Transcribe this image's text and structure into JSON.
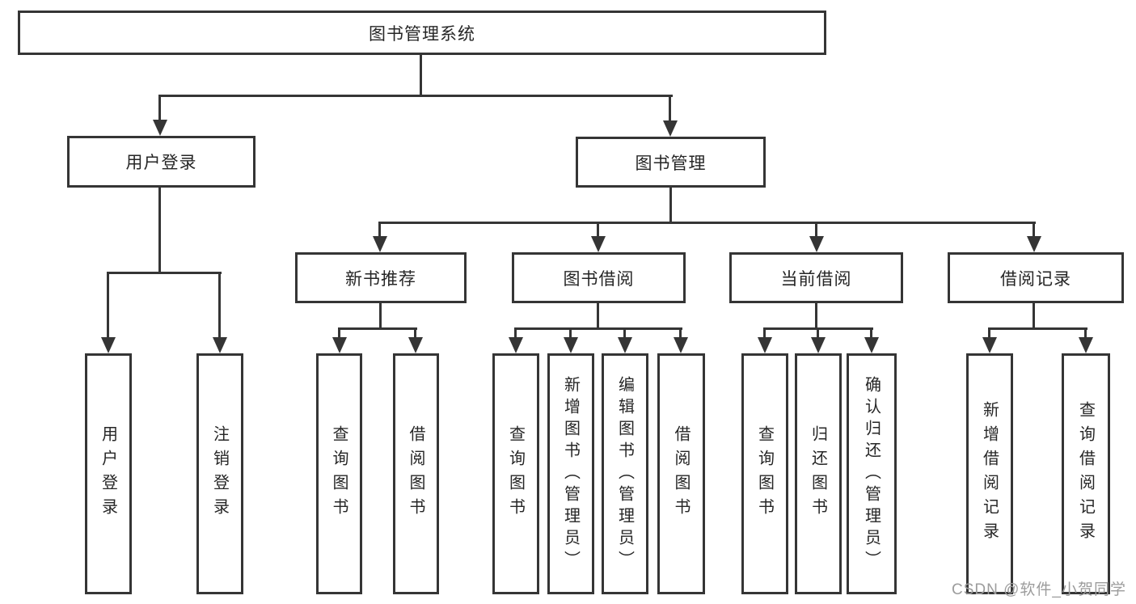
{
  "colors": {
    "line": "#353535",
    "text": "#262626",
    "watermark": "#9c9c9c",
    "background": "#ffffff"
  },
  "watermark": {
    "text": "CSDN @软件_小贺同学"
  },
  "tree": {
    "root": {
      "label": "图书管理系统",
      "children": [
        {
          "label": "用户登录",
          "children": [
            {
              "label": "用户登录"
            },
            {
              "label": "注销登录"
            }
          ]
        },
        {
          "label": "图书管理",
          "children": [
            {
              "label": "新书推荐",
              "children": [
                {
                  "label": "查询图书"
                },
                {
                  "label": "借阅图书"
                }
              ]
            },
            {
              "label": "图书借阅",
              "children": [
                {
                  "label": "查询图书"
                },
                {
                  "label": "新增图书（管理员）"
                },
                {
                  "label": "编辑图书（管理员）"
                },
                {
                  "label": "借阅图书"
                }
              ]
            },
            {
              "label": "当前借阅",
              "children": [
                {
                  "label": "查询图书"
                },
                {
                  "label": "归还图书"
                },
                {
                  "label": "确认归还（管理员）"
                }
              ]
            },
            {
              "label": "借阅记录",
              "children": [
                {
                  "label": "新增借阅记录"
                },
                {
                  "label": "查询借阅记录"
                }
              ]
            }
          ]
        }
      ]
    }
  }
}
